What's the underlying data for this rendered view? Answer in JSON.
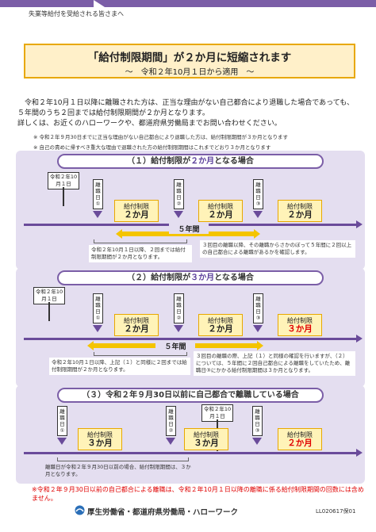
{
  "header": {
    "audience": "失業等給付を受給される皆さまへ",
    "title": "「給付制限期間」が２か月に短縮されます",
    "subtitle": "～　令和２年10月１日から適用　～"
  },
  "intro": {
    "line1": "令和２年10月１日以降に離職された方は、正当な理由がない自己都合により退職した場合であっても、５年間のうち２回までは給付制限期間が２か月となります。",
    "line2": "詳しくは、お近くのハローワークや、都道府県労働局までお問い合わせください。"
  },
  "notes": [
    "※ 令和２年９月30日までに正当な理由がない自己都合により退職した方は、給付制限期間が３か月となります",
    "※ 自己の責めに帰すべき重大な理由で退職された方の給付制限期間はこれまでどおり３か月となります"
  ],
  "case1": {
    "heading_pre": "（１）給付制限が",
    "heading_hl": "２か月",
    "heading_post": "となる場合",
    "date": "令和２年10月１日",
    "rijo1": "離職日①",
    "rijo2": "離職日②",
    "rijo3": "離職日③",
    "limit_label": "給付制限",
    "limit1": "２か月",
    "limit2": "２か月",
    "limit3": "２か月",
    "span": "５年間",
    "callout_left": "令和２年10月１日以降、２回までは給付制限期間が２か月となります。",
    "callout_right": "３回目の離職以降、その離職からさかのぼって５年間に２回以上の自己都合による離職があるかを確認します。"
  },
  "case2": {
    "heading_pre": "（２）給付制限が",
    "heading_hl": "３か月",
    "heading_post": "となる場合",
    "date": "令和２年10月１日",
    "rijo1": "離職日①",
    "rijo2": "離職日②",
    "rijo3": "離職日③",
    "limit_label": "給付制限",
    "limit1": "２か月",
    "limit2": "２か月",
    "limit3": "３か月",
    "span": "５年間",
    "callout_left": "令和２年10月１日以降、上記（１）と同様に２回までは給付制限期間が２か月となります。",
    "callout_right": "３回目の離職の際、上記（１）と同様の確認を行いますが、（２）については、５年間に２回自己都合による離職をしていたため、離職日③にかかる給付制限期間は３か月となります。"
  },
  "case3": {
    "heading": "（３）令和２年９月30日以前に自己都合で離職している場合",
    "date": "令和２年10月１日",
    "rijo1": "離職日①",
    "rijo2": "離職日②",
    "rijo3": "離職日③",
    "limit_label": "給付制限",
    "limit1": "３か月",
    "limit2": "３か月",
    "limit3": "２か月",
    "callout": "離職日が令和２年９月30日以前の場合、給付制限期間は、３か月となります。"
  },
  "warning": "※令和２年９月30日以前の自己都合による離職は、令和２年10月１日以降の離職に係る給付制限期間の回数には含めません。",
  "footer": {
    "org": "厚生労働省・都道府県労働局・ハローワーク",
    "code": "LL020617保01"
  },
  "colors": {
    "purple": "#7b5ea7",
    "yellow": "#f4c400",
    "red": "#e00000",
    "cream": "#fff3b8"
  }
}
